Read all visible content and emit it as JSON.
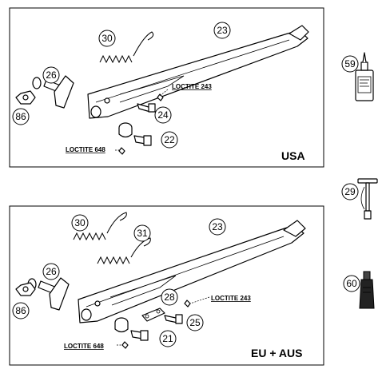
{
  "panels": {
    "usa": {
      "region_label": "USA",
      "callouts": [
        "30",
        "23",
        "26",
        "86",
        "24",
        "22"
      ],
      "loctite_a": "LOCTITE 243",
      "loctite_b": "LOCTITE 648"
    },
    "eu": {
      "region_label": "EU + AUS",
      "callouts": [
        "30",
        "31",
        "23",
        "26",
        "86",
        "28",
        "25",
        "21"
      ],
      "loctite_a": "LOCTITE 243",
      "loctite_b": "LOCTITE 648"
    }
  },
  "side_parts": [
    "59",
    "29",
    "60"
  ],
  "colors": {
    "line": "#000000",
    "background": "#ffffff"
  }
}
